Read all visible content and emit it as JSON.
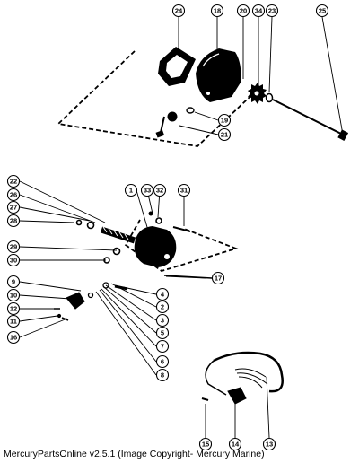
{
  "caption": "MercuryPartsOnline v2.5.1 (Image Copyright- Mercury Marine)",
  "callouts": [
    "24",
    "18",
    "20",
    "34",
    "23",
    "25",
    "19",
    "21",
    "22",
    "26",
    "27",
    "28",
    "1",
    "33",
    "32",
    "31",
    "29",
    "30",
    "17",
    "9",
    "10",
    "12",
    "11",
    "16",
    "4",
    "2",
    "3",
    "5",
    "7",
    "6",
    "8",
    "15",
    "14",
    "13"
  ]
}
